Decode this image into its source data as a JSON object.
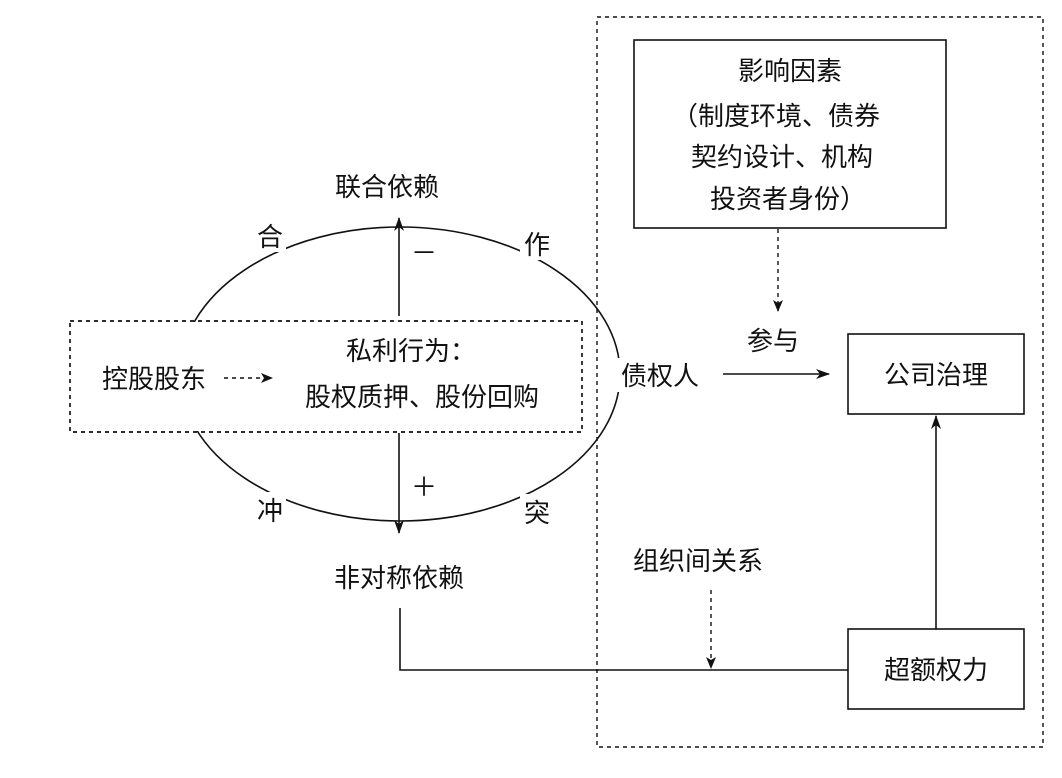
{
  "influence_box": {
    "lines": [
      "影响因素",
      "（制度环境、债券",
      "契约设计、机构",
      "投资者身份）"
    ]
  },
  "top_label": "联合依赖",
  "bottom_label": "非对称依赖",
  "cooperation": {
    "left_char": "合",
    "right_char": "作"
  },
  "conflict": {
    "left_char": "冲",
    "right_char": "突"
  },
  "minus_sign": "－",
  "plus_sign": "＋",
  "controlling_shareholder": "控股股东",
  "private_behavior": {
    "line1": "私利行为：",
    "line2": "股权质押、股份回购"
  },
  "creditor": "债权人",
  "participate": "参与",
  "corporate_governance": "公司治理",
  "inter_org_relation": "组织间关系",
  "excess_power": "超额权力",
  "colors": {
    "ink": "#111111",
    "background": "#ffffff"
  }
}
